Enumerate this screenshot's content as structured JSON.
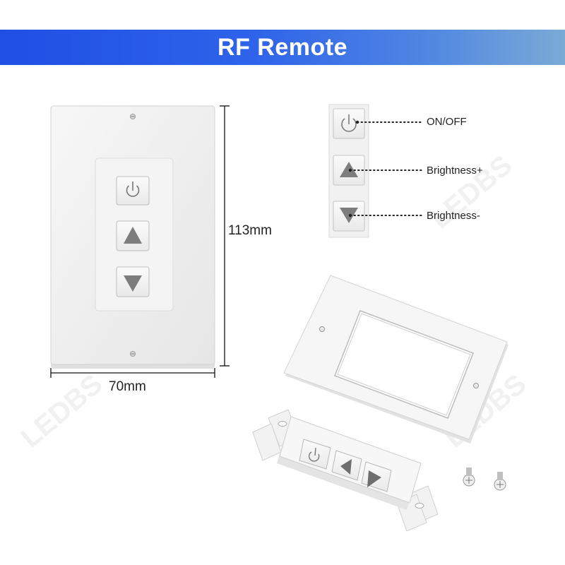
{
  "banner": {
    "title": "RF Remote",
    "color_start": "#1f4fe4",
    "color_end": "#7aaad6"
  },
  "dimensions": {
    "height_label": "113mm",
    "width_label": "70mm"
  },
  "button_legend": [
    {
      "icon": "power-icon",
      "label": "ON/OFF"
    },
    {
      "icon": "triangle-up-icon",
      "label": "Brightness+"
    },
    {
      "icon": "triangle-down-icon",
      "label": "Brightness-"
    }
  ],
  "watermark": {
    "text": "LEDBS"
  }
}
